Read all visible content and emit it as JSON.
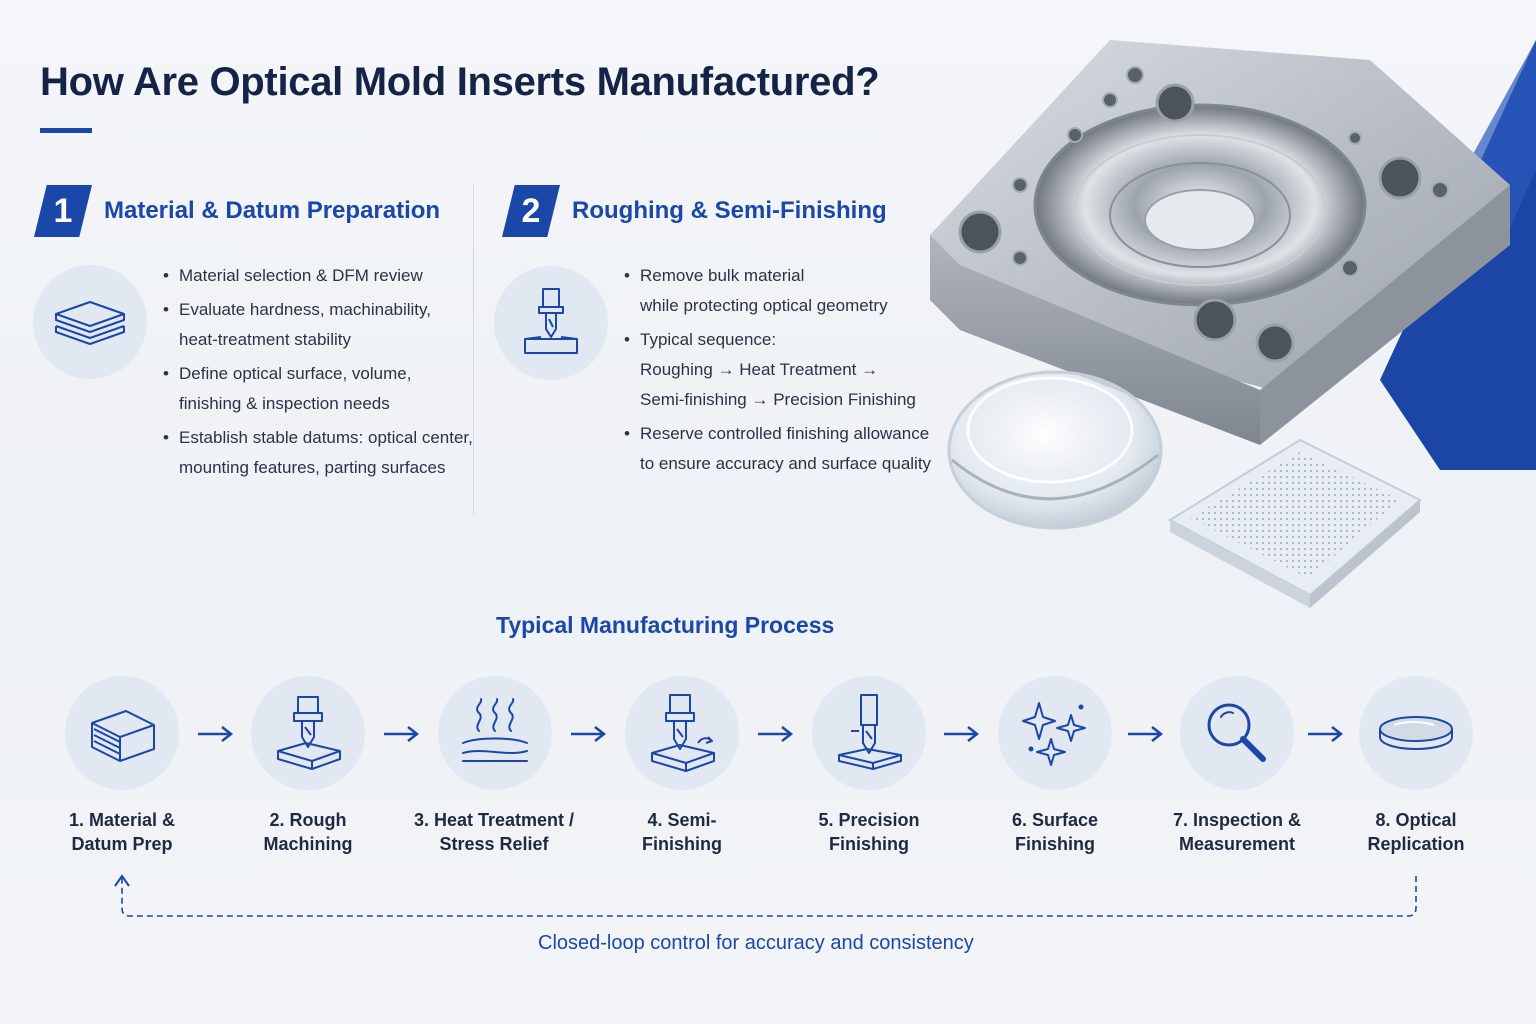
{
  "title": "How Are Optical Mold Inserts Manufactured?",
  "sections": [
    {
      "number": "1",
      "title": "Material & Datum Preparation",
      "icon": "stacked-plates-icon",
      "bullets": [
        [
          "Material selection & DFM review"
        ],
        [
          "Evaluate hardness, machinability,",
          "heat-treatment stability"
        ],
        [
          "Define optical surface, volume,",
          "finishing & inspection needs"
        ],
        [
          "Establish stable datums: optical center,",
          "mounting features, parting surfaces"
        ]
      ]
    },
    {
      "number": "2",
      "title": "Roughing & Semi-Finishing",
      "icon": "milling-tool-icon",
      "bullets": [
        [
          "Remove bulk material",
          "while protecting optical geometry"
        ],
        [
          "Typical sequence:",
          "Roughing → Heat Treatment →",
          "Semi-finishing → Precision Finishing"
        ],
        [
          "Reserve controlled finishing allowance",
          "to ensure accuracy and surface quality"
        ]
      ]
    }
  ],
  "process": {
    "title": "Typical Manufacturing Process",
    "steps": [
      {
        "line1": "1. Material &",
        "line2": "Datum Prep",
        "icon": "material-block-icon"
      },
      {
        "line1": "2. Rough",
        "line2": "Machining",
        "icon": "rough-machining-icon"
      },
      {
        "line1": "3. Heat Treatment /",
        "line2": "Stress Relief",
        "icon": "heat-waves-icon"
      },
      {
        "line1": "4. Semi-",
        "line2": "Finishing",
        "icon": "semi-finishing-icon"
      },
      {
        "line1": "5. Precision",
        "line2": "Finishing",
        "icon": "precision-finishing-icon"
      },
      {
        "line1": "6. Surface",
        "line2": "Finishing",
        "icon": "sparkle-icon"
      },
      {
        "line1": "7. Inspection &",
        "line2": "Measurement",
        "icon": "magnifier-icon"
      },
      {
        "line1": "8. Optical",
        "line2": "Replication",
        "icon": "lens-disc-icon"
      }
    ],
    "loop_caption": "Closed-loop control for accuracy and consistency"
  },
  "colors": {
    "accent": "#1b48a8",
    "heading": "#142346",
    "icon_bg": "#e2e8f2"
  }
}
